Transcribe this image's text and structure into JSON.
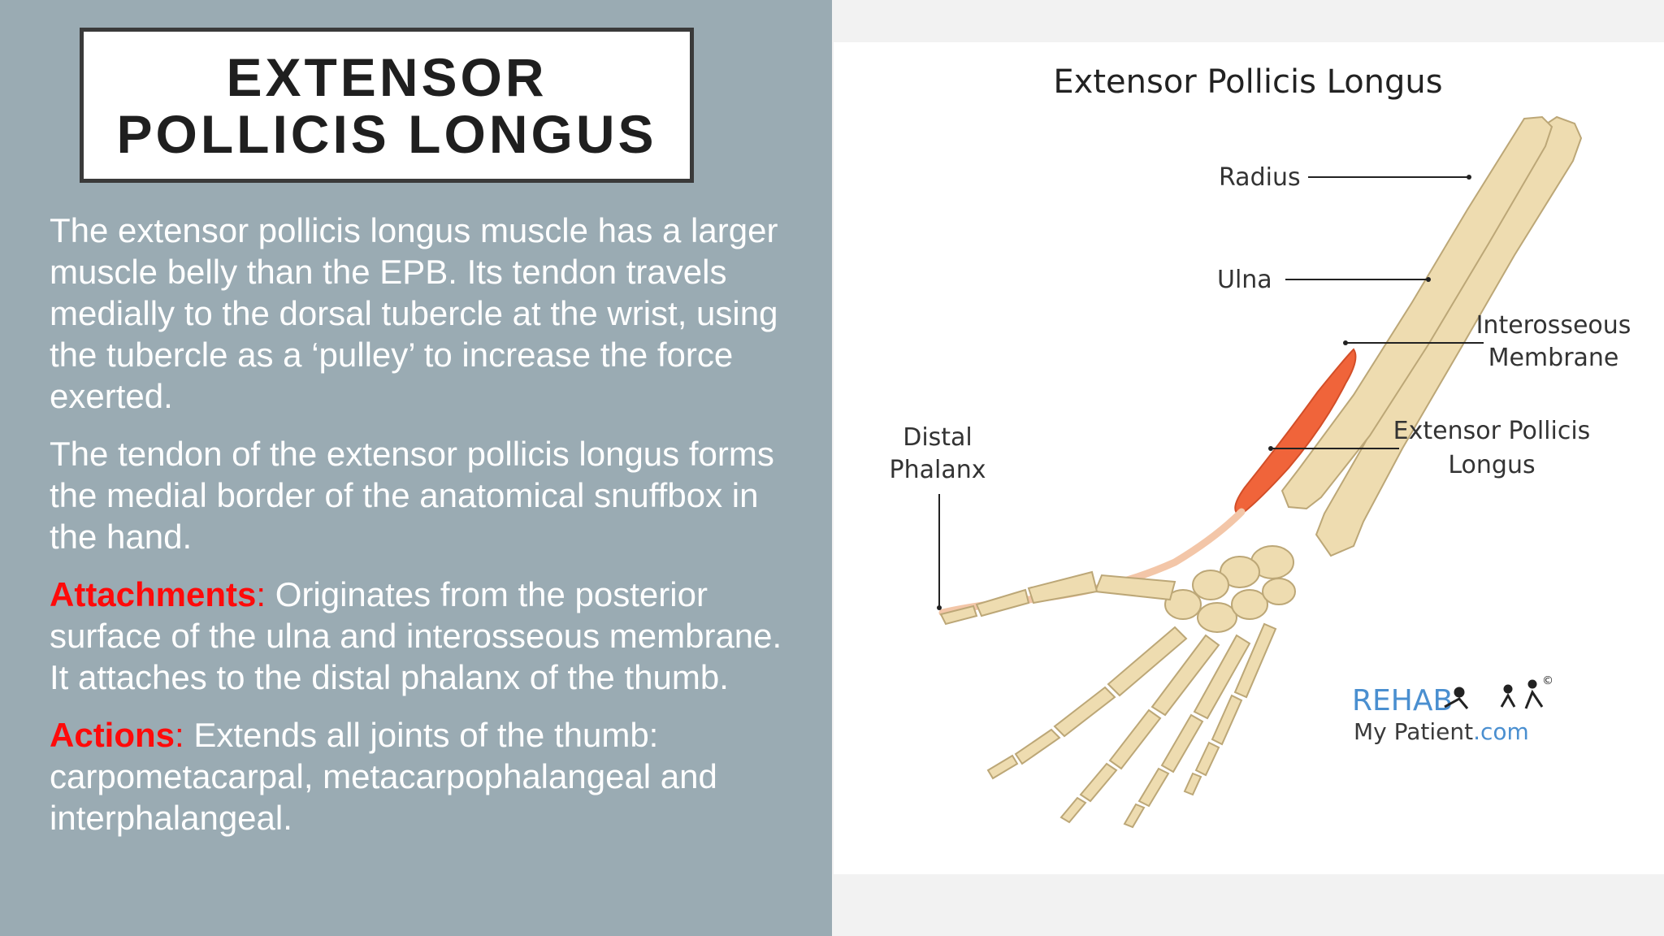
{
  "slide": {
    "title_line1": "EXTENSOR",
    "title_line2": "POLLICIS LONGUS",
    "paragraph1": "The extensor pollicis longus muscle has a larger muscle belly than the EPB. Its tendon travels medially to the dorsal tubercle at the wrist, using the tubercle as a ‘pulley’ to increase the force exerted.",
    "paragraph2": "The tendon of the extensor pollicis longus forms the medial border of the anatomical snuffbox in the hand.",
    "attachments_label": "Attachments",
    "attachments_text": " Originates from the posterior surface of the ulna and interosseous membrane. It attaches to the distal phalanx of the thumb.",
    "actions_label": "Actions",
    "actions_text": " Extends all joints of the thumb: carpometacarpal, metacarpophalangeal and interphalangeal.",
    "colon": ":"
  },
  "figure": {
    "title": "Extensor Pollicis Longus",
    "labels": {
      "radius": "Radius",
      "ulna": "Ulna",
      "interosseous_line1": "Interosseous",
      "interosseous_line2": "Membrane",
      "epl_line1": "Extensor Pollicis",
      "epl_line2": "Longus",
      "distal_line1": "Distal",
      "distal_line2": "Phalanx"
    },
    "watermark": {
      "brand": "REHAB",
      "line2_a": "My Patient",
      "line2_b": ".com",
      "mark": "©"
    }
  },
  "colors": {
    "left_background": "#9aabb3",
    "keyword": "#ff0a0a",
    "muscle": "#f0643a",
    "bone": "#eedcb0",
    "watermark_blue": "#4a8fd0"
  }
}
